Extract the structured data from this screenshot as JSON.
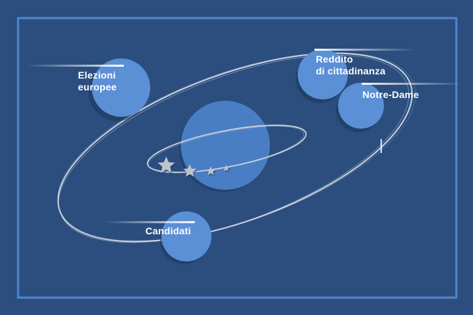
{
  "colors": {
    "background": "#2b4e7f",
    "frame": "#4f86cf",
    "circle": "#5b8fd6",
    "center_circle": "#4a7ec4",
    "orbit": "#c9d1dc",
    "star": "#bfc4cc",
    "text": "#ffffff"
  },
  "topics": [
    {
      "label": "Elezioni\neuropee",
      "icon": "circle"
    },
    {
      "label": "Reddito\ndi cittadinanza",
      "icon": "circle"
    },
    {
      "label": "Notre-Dame",
      "icon": "circle"
    },
    {
      "label": "Candidati",
      "icon": "circle"
    }
  ],
  "stars": [
    {
      "icon": "star-icon"
    },
    {
      "icon": "star-icon"
    },
    {
      "icon": "star-icon"
    },
    {
      "icon": "star-icon"
    }
  ]
}
